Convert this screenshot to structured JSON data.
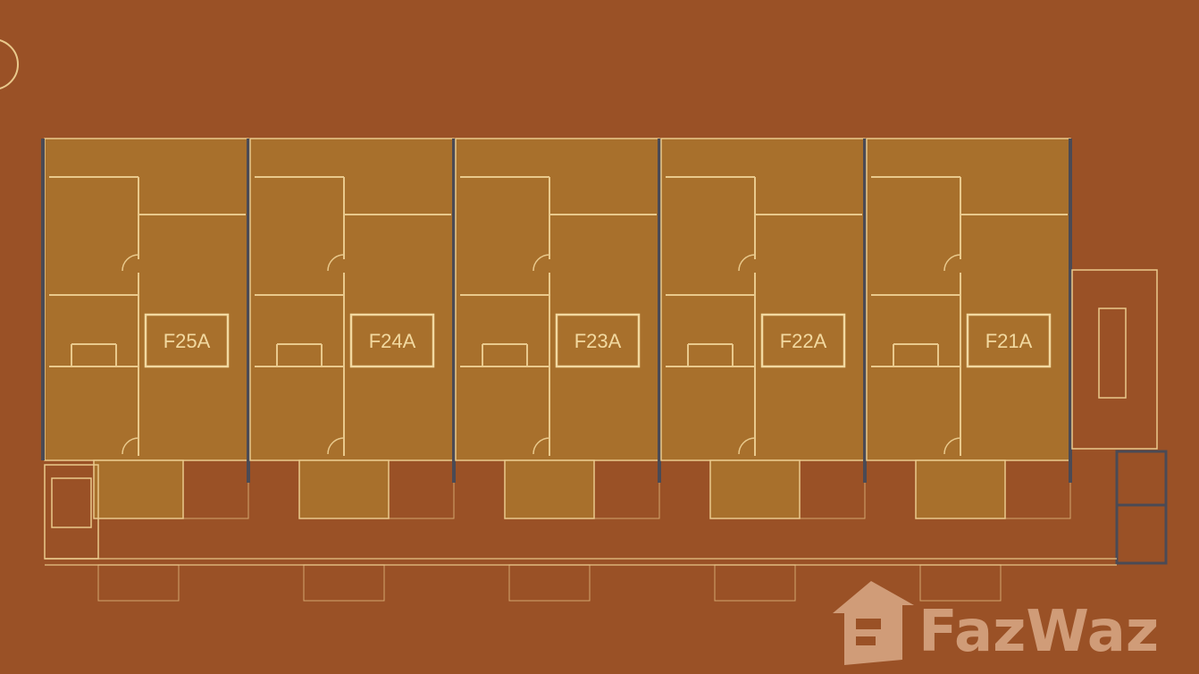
{
  "floor_plan": {
    "units": [
      {
        "label": "F25A"
      },
      {
        "label": "F24A"
      },
      {
        "label": "F23A"
      },
      {
        "label": "F22A"
      },
      {
        "label": "F21A"
      }
    ]
  },
  "colors": {
    "background": "#9a5126",
    "unit_fill": "#a8702c",
    "line": "#e9c98c",
    "party_wall": "#4a4a55"
  },
  "watermark": {
    "text": "FazWaz"
  }
}
